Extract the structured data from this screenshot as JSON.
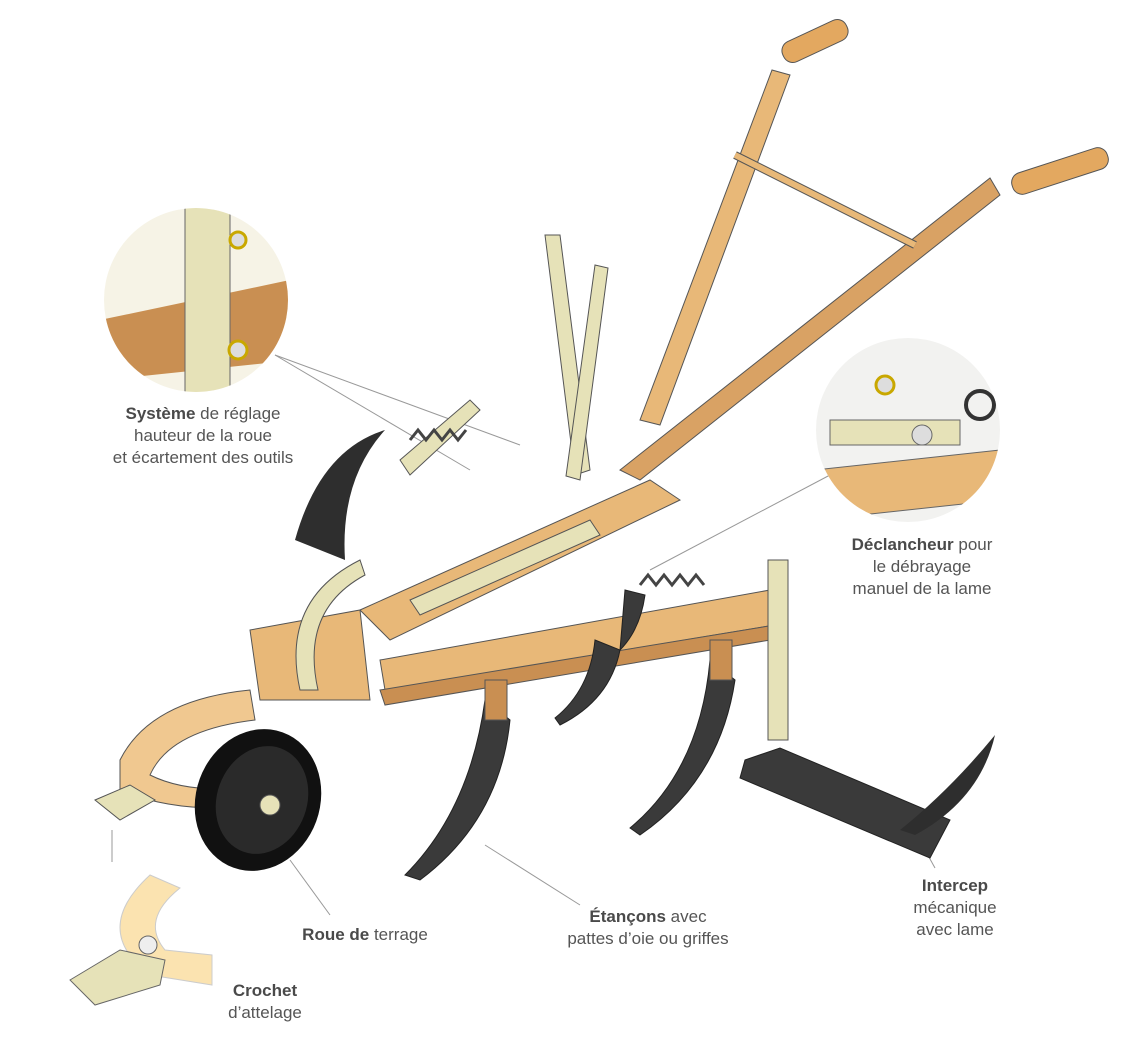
{
  "colors": {
    "wood": "#e8b878",
    "wood_dark": "#c98f52",
    "metal_light": "#e6e2b8",
    "steel": "#3a3a3a",
    "text": "#555555",
    "leader": "#888888",
    "handle": "#e3a860"
  },
  "labels": {
    "systeme": {
      "bold": "Système",
      "rest": " de réglage",
      "line2": "hauteur de la roue",
      "line3": "et écartement des outils"
    },
    "declancheur": {
      "bold": "Déclancheur",
      "rest": " pour",
      "line2": "le débrayage",
      "line3": "manuel de la lame"
    },
    "intercep": {
      "bold": "Intercep",
      "line2": "mécanique",
      "line3": "avec lame"
    },
    "etancons": {
      "bold": "Étançons",
      "rest": " avec",
      "line2": "pattes d’oie ou griffes"
    },
    "roue": {
      "bold": "Roue de",
      "rest": " terrage"
    },
    "crochet": {
      "bold": "Crochet",
      "line2": "d’attelage"
    }
  }
}
